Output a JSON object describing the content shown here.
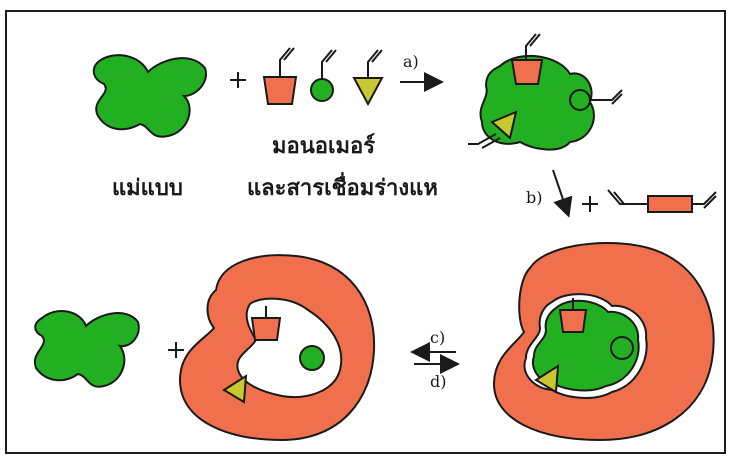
{
  "labels": {
    "template": "แม่แบบ",
    "monomer": "มอนอเมอร์",
    "crosslinker": "และสารเชื่อมร่างแห",
    "step_a": "a)",
    "step_b": "b)",
    "step_c": "c)",
    "step_d": "d)"
  },
  "colors": {
    "template": "#22b022",
    "polymer": "#f0704e",
    "square_monomer": "#f0704e",
    "circle_monomer": "#22b022",
    "triangle_monomer": "#c8c832",
    "outline": "#1a1a1a"
  }
}
